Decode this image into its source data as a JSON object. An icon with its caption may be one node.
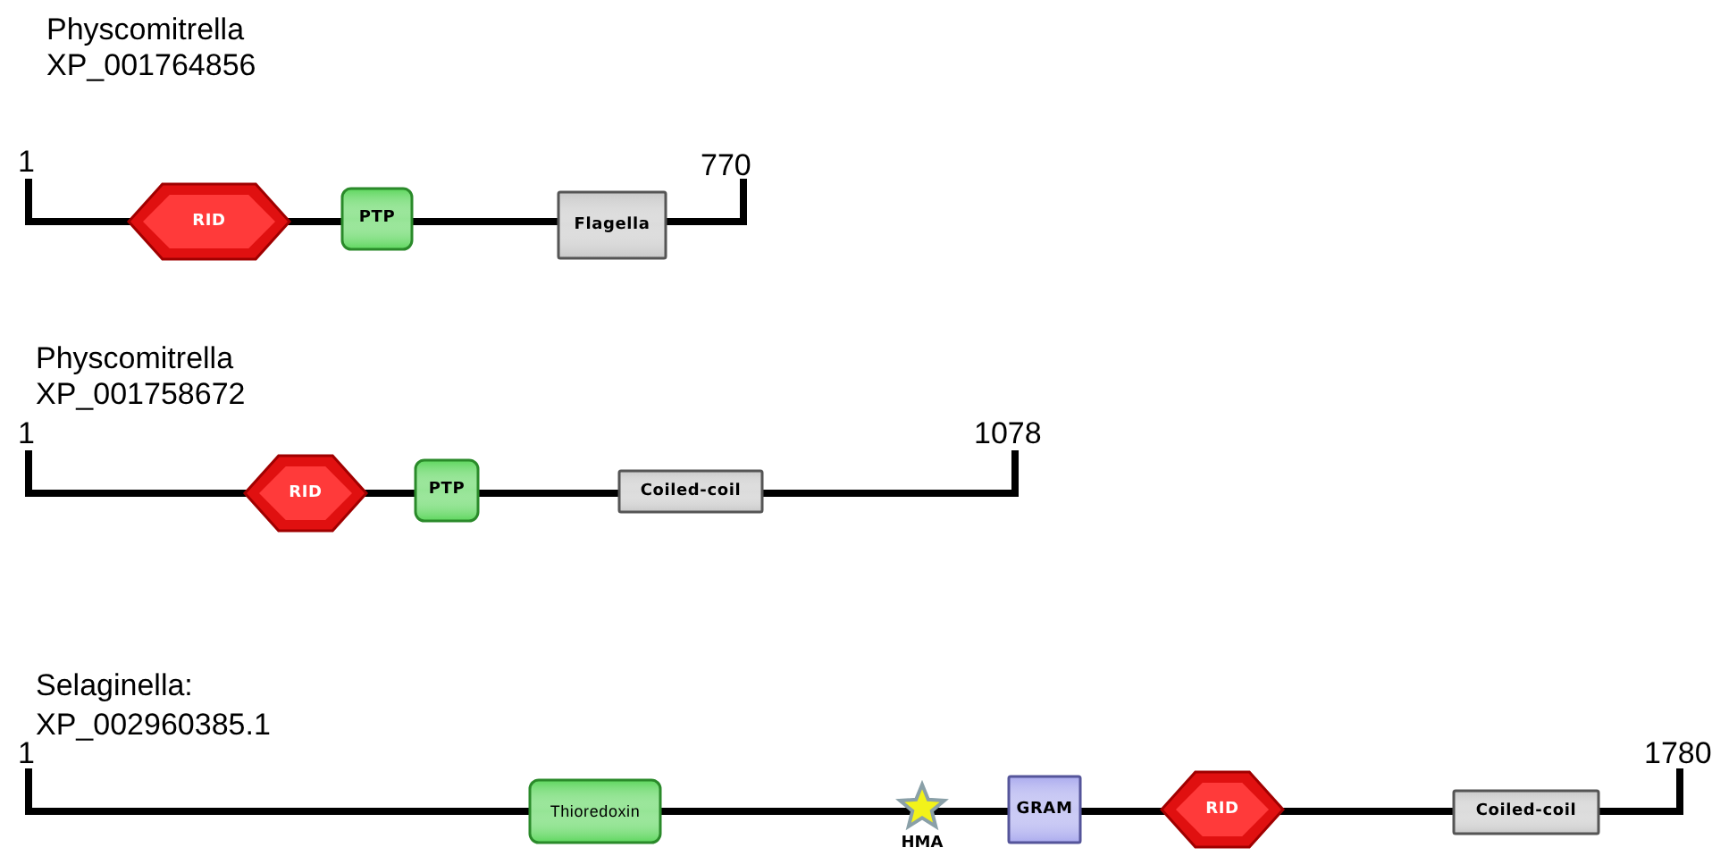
{
  "diagram": {
    "nodes": [
      {
        "text": [
          "RID"
        ]
      },
      {
        "text": [
          "PTP"
        ]
      },
      {
        "text": [
          "Flagella"
        ]
      },
      {
        "text": [
          "RID"
        ]
      },
      {
        "text": [
          "PTP"
        ]
      },
      {
        "text": [
          "Coiled-coil"
        ]
      },
      {
        "text": [
          "Thioredoxin"
        ]
      },
      {
        "text": [],
        "shape": "star",
        "beside": [
          "HMA"
        ]
      },
      {
        "text": [
          "GRAM"
        ]
      },
      {
        "text": [
          "RID"
        ]
      },
      {
        "text": [
          "Coiled-coil"
        ]
      }
    ],
    "labels": [
      "Physcomitrella",
      "XP_001764856",
      "1",
      "770",
      "Physcomitrella",
      "XP_001758672",
      "1",
      "1078",
      "Selaginella:",
      "XP_002960385.1",
      "1",
      "1780"
    ]
  }
}
